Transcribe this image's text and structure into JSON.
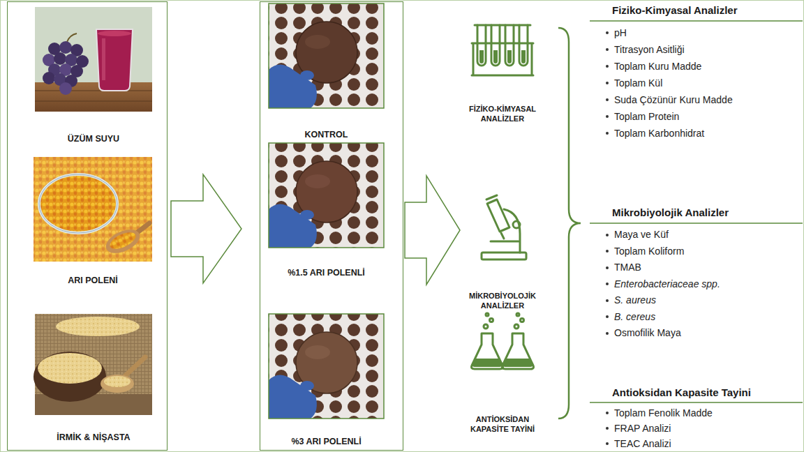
{
  "diagram": {
    "nodes": [
      {
        "text": []
      },
      {
        "text": [
          "ÜZÜM SUYU"
        ],
        "in": 0
      },
      {
        "text": [
          "ARI POLENİ"
        ],
        "in": 0
      },
      {
        "text": [
          "İRMİK & NİŞASTA"
        ],
        "in": 0
      },
      {
        "text": []
      },
      {
        "text": [
          "KONTROL"
        ],
        "in": 4
      },
      {
        "text": [
          "%1.5 ARI POLENLİ"
        ],
        "in": 4
      },
      {
        "text": [
          "%3 ARI POLENLİ"
        ],
        "in": 4
      },
      {
        "text": [
          "FİZİKO-KİMYASAL ANALİZLER"
        ]
      },
      {
        "text": [
          "MİKROBİYOLOJİK ANALİZLER"
        ]
      },
      {
        "text": [
          "ANTİOKSİDAN KAPASİTE TAYİNİ"
        ]
      },
      {
        "text": [
          "Fiziko-Kimyasal Analizler",
          "pH",
          "Titrasyon Asitliği",
          "Toplam Kuru Madde",
          "Toplam Kül",
          "Suda Çözünür Kuru Madde",
          "Toplam Protein",
          "Toplam Karbonhidrat"
        ]
      },
      {
        "text": [
          "Mikrobiyolojik Analizler",
          "Maya ve Küf",
          "Toplam Koliform",
          "TMAB",
          "Enterobacteriaceae spp.",
          "S. aureus",
          "B. cereus",
          "Osmofilik Maya"
        ]
      },
      {
        "text": [
          "Antioksidan Kapasite Tayini",
          "Toplam Fenolik Madde",
          "FRAP Analizi",
          "TEAC Analizi"
        ]
      }
    ],
    "edges": [
      {
        "from": 0,
        "to": 4,
        "arrow": "to"
      },
      {
        "from": 4,
        "to": 9,
        "arrow": "to"
      }
    ]
  }
}
